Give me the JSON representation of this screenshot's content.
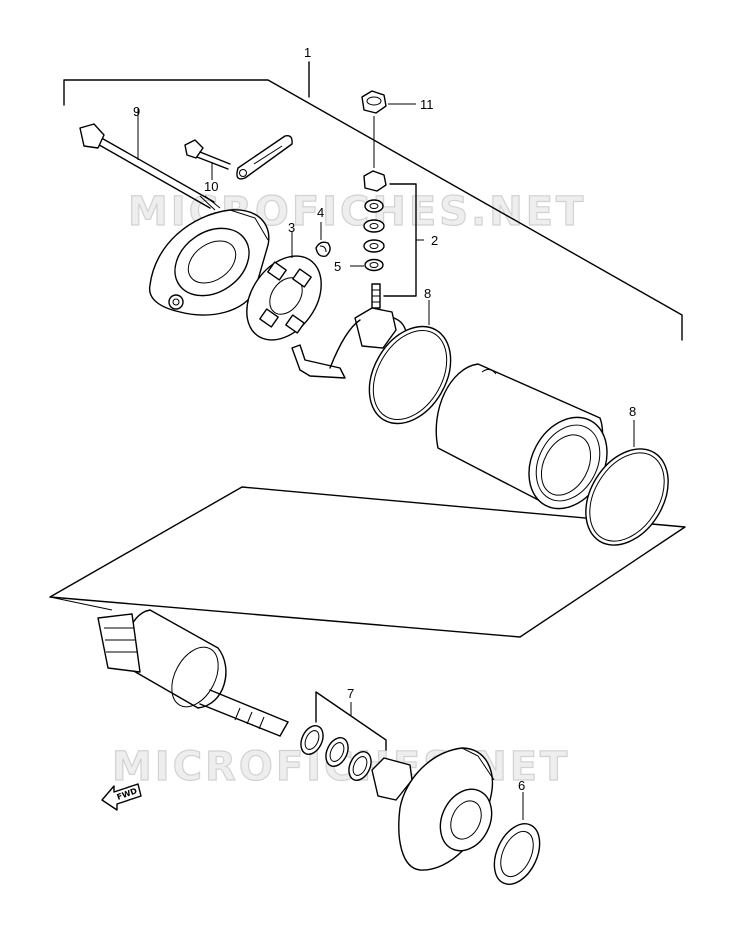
{
  "watermark": "MICROFICHES.NET",
  "callouts": {
    "c1": "1",
    "c2": "2",
    "c3": "3",
    "c4": "4",
    "c5": "5",
    "c6": "6",
    "c7": "7",
    "c8a": "8",
    "c8b": "8",
    "c9": "9",
    "c10": "10",
    "c11": "11"
  },
  "fwd_label": "FWD",
  "colors": {
    "line": "#000000",
    "watermark": "#d2d2d2",
    "background": "#ffffff"
  }
}
